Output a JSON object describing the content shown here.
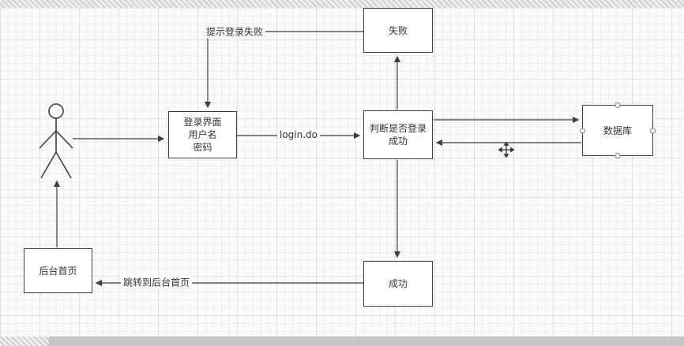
{
  "colors": {
    "stroke": "#3f3f3f",
    "node_fill": "#ffffff",
    "canvas_bg": "#fbfbfb",
    "grid_line": "#ededed",
    "grid_major": "#dedede",
    "scrollbar": "#c7c7c7",
    "handle_fill": "#ffffff",
    "handle_ring": "#7f7f7f"
  },
  "icons": {
    "move_cursor": "✥"
  },
  "diagram": {
    "nodes": {
      "actor": {
        "type": "actor"
      },
      "fail": {
        "label": "失败"
      },
      "login_form": {
        "lines": [
          "登录界面",
          "用户名",
          "密码"
        ]
      },
      "judge": {
        "lines": [
          "判断是否登录",
          "成功"
        ]
      },
      "database": {
        "label": "数据库",
        "selected": true
      },
      "success": {
        "label": "成功"
      },
      "backend_home": {
        "label": "后台首页"
      }
    },
    "edges": [
      {
        "from": "actor",
        "to": "login_form"
      },
      {
        "from": "login_form",
        "to": "judge",
        "label": "login.do"
      },
      {
        "from": "judge",
        "to": "fail"
      },
      {
        "from": "fail",
        "to": "login_form",
        "label": "提示登录失败"
      },
      {
        "from": "judge",
        "to": "database"
      },
      {
        "from": "database",
        "to": "judge"
      },
      {
        "from": "judge",
        "to": "success"
      },
      {
        "from": "success",
        "to": "backend_home",
        "label": "跳转到后台首页"
      },
      {
        "from": "backend_home",
        "to": "actor"
      }
    ]
  }
}
